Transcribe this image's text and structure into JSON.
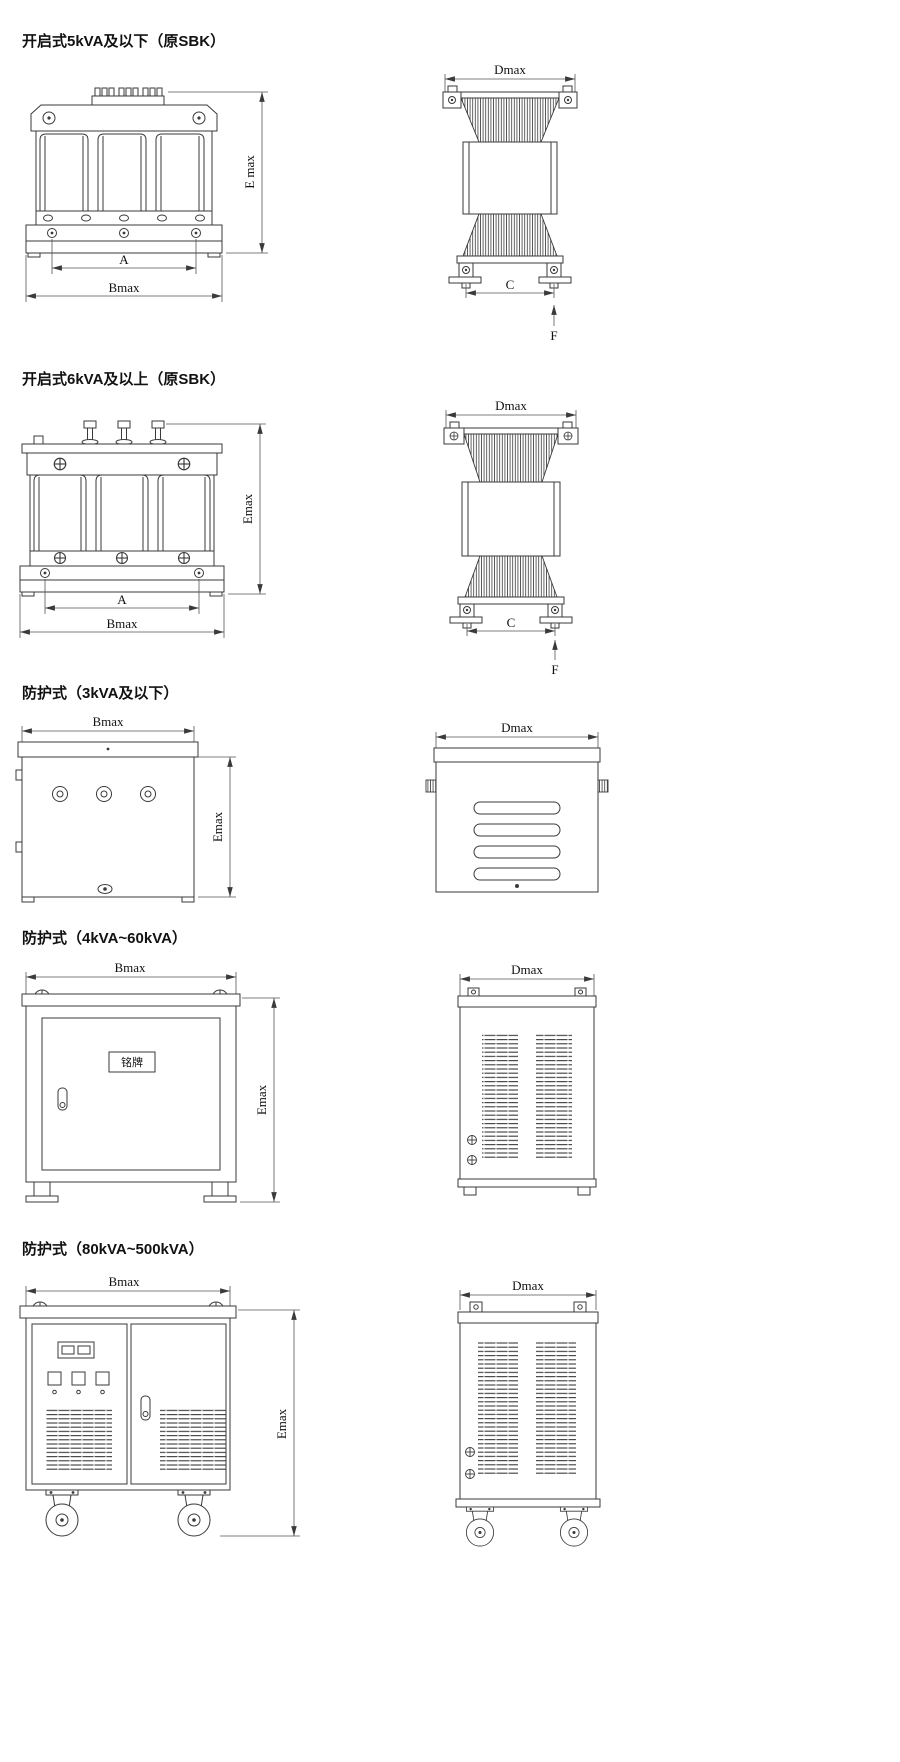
{
  "page": {
    "background": "#ffffff"
  },
  "colors": {
    "line": "#3a3a3a",
    "dim": "#555555",
    "text": "#111111"
  },
  "sections": [
    {
      "id": "open-5kva",
      "title": "开启式5kVA及以下（原SBK）",
      "front": {
        "height_label": "E max",
        "inner_width_label": "A",
        "width_label": "Bmax"
      },
      "side": {
        "depth_label": "Dmax",
        "foot_label": "C",
        "direction_label": "F"
      }
    },
    {
      "id": "open-6kva",
      "title": "开启式6kVA及以上（原SBK）",
      "front": {
        "height_label": "Emax",
        "inner_width_label": "A",
        "width_label": "Bmax"
      },
      "side": {
        "depth_label": "Dmax",
        "foot_label": "C",
        "direction_label": "F"
      }
    },
    {
      "id": "protected-3kva",
      "title": "防护式（3kVA及以下）",
      "front": {
        "width_label": "Bmax",
        "height_label": "Emax"
      },
      "side": {
        "depth_label": "Dmax"
      }
    },
    {
      "id": "protected-4-60kva",
      "title": "防护式（4kVA~60kVA）",
      "front": {
        "width_label": "Bmax",
        "height_label": "Emax",
        "nameplate_label": "铭牌"
      },
      "side": {
        "depth_label": "Dmax"
      }
    },
    {
      "id": "protected-80-500kva",
      "title": "防护式（80kVA~500kVA）",
      "front": {
        "width_label": "Bmax",
        "height_label": "Emax"
      },
      "side": {
        "depth_label": "Dmax"
      }
    }
  ]
}
